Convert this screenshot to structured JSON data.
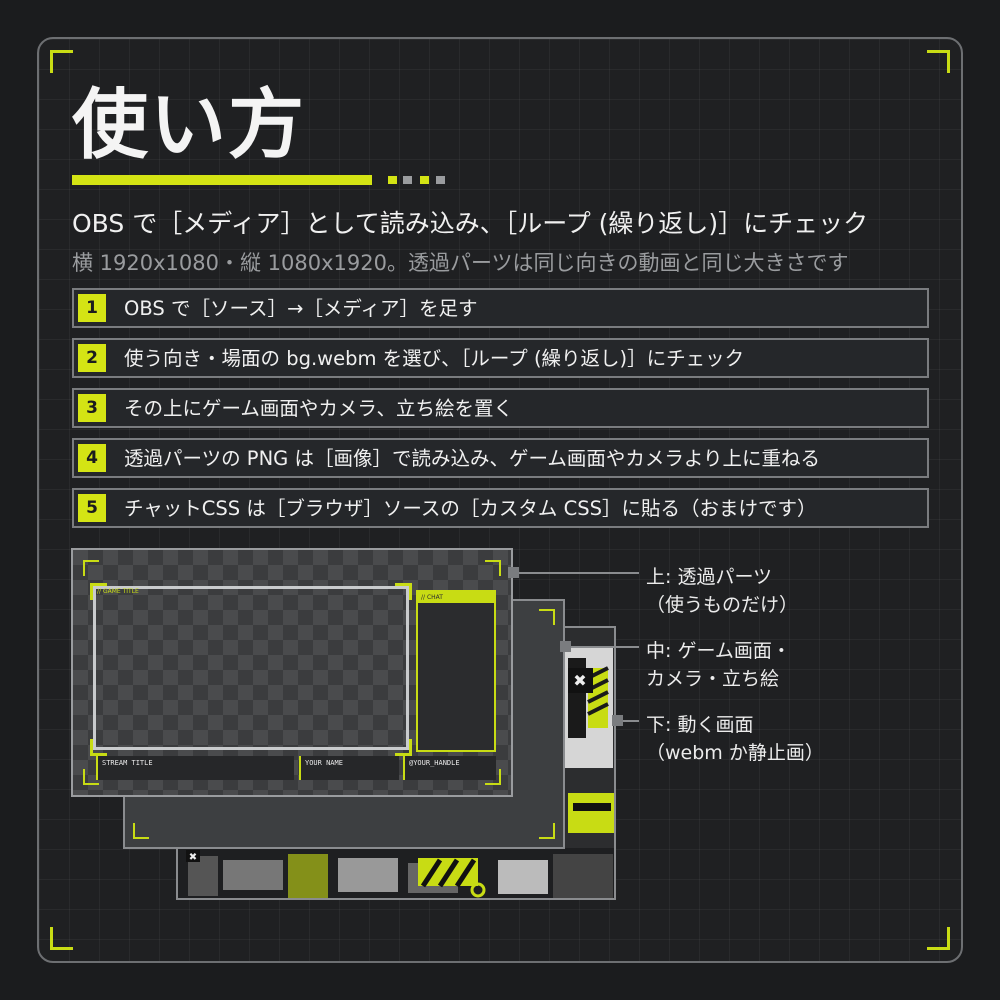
{
  "title": "使い方",
  "subtitle": "OBS で［メディア］として読み込み、［ループ (繰り返し)］にチェック",
  "subnote": "横 1920x1080・縦 1080x1920。透過パーツは同じ向きの動画と同じ大きさです",
  "steps": [
    {
      "num": "1",
      "text": "OBS で［ソース］→［メディア］を足す"
    },
    {
      "num": "2",
      "text": "使う向き・場面の bg.webm を選び、［ループ (繰り返し)］にチェック"
    },
    {
      "num": "3",
      "text": "その上にゲーム画面やカメラ、立ち絵を置く"
    },
    {
      "num": "4",
      "text": "透過パーツの PNG は［画像］で読み込み、ゲーム画面やカメラより上に重ねる"
    },
    {
      "num": "5",
      "text": "チャットCSS は［ブラウザ］ソースの［カスタム CSS］に貼る（おまけです）"
    }
  ],
  "illustration": {
    "game_title": "// GAME TITLE",
    "chat": "// CHAT",
    "stream_title": "STREAM TITLE",
    "your_name": "YOUR NAME",
    "your_handle": "@YOUR_HANDLE"
  },
  "labels": {
    "top_1": "上: 透過パーツ",
    "top_2": "（使うものだけ）",
    "mid_1": "中: ゲーム画面・",
    "mid_2": "カメラ・立ち絵",
    "bottom_1": "下: 動く画面",
    "bottom_2": "（webm か静止画）"
  },
  "colors": {
    "accent": "#d4e414",
    "background": "#1b1c1e",
    "border": "#6d6f72"
  }
}
